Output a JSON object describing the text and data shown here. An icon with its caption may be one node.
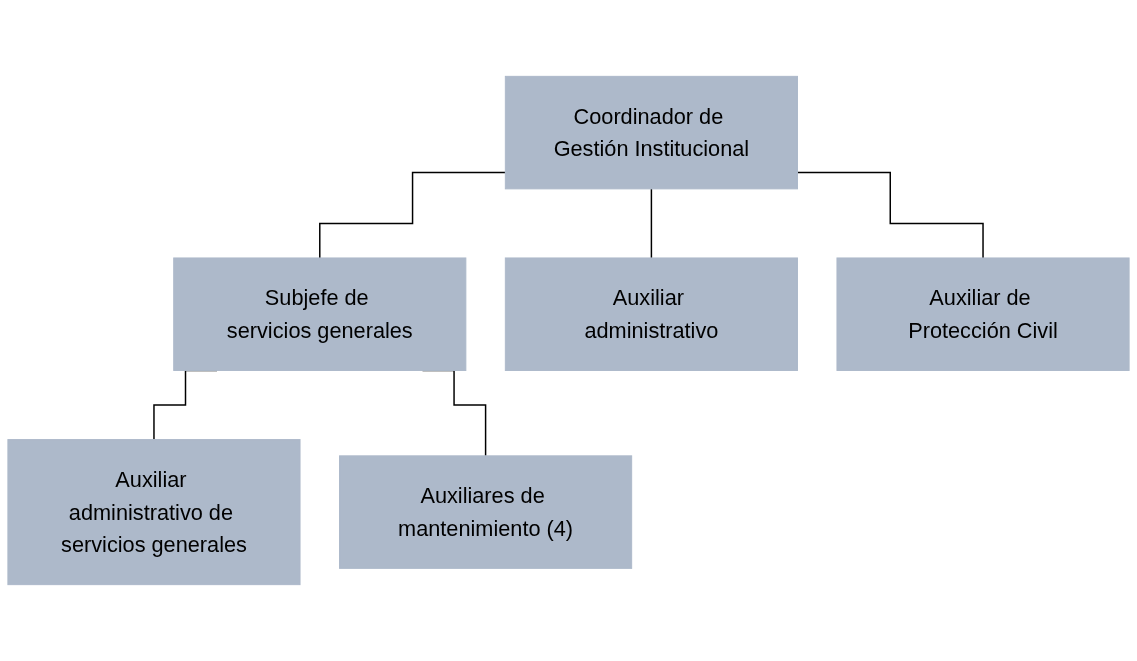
{
  "diagram": {
    "nodes": [
      {
        "text": [
          "Coordinador de Gestión Institucional"
        ]
      },
      {
        "text": [
          "Subjefe de servicios generales"
        ]
      },
      {
        "text": [
          "Auxiliar administrativo de servicios generales"
        ]
      },
      {
        "text": [
          "Auxiliares de mantenimiento (4)"
        ]
      },
      {
        "text": [
          "Auxiliar administrativo"
        ]
      },
      {
        "text": [
          "Auxiliar de Protección Civil"
        ]
      }
    ],
    "edges": [
      {
        "from": 0,
        "to": 1,
        "arrow": "none"
      },
      {
        "from": 0,
        "to": 4,
        "arrow": "none"
      },
      {
        "from": 0,
        "to": 5,
        "arrow": "none"
      },
      {
        "from": 1,
        "to": 2,
        "arrow": "none"
      },
      {
        "from": 1,
        "to": 3,
        "arrow": "none"
      }
    ]
  }
}
